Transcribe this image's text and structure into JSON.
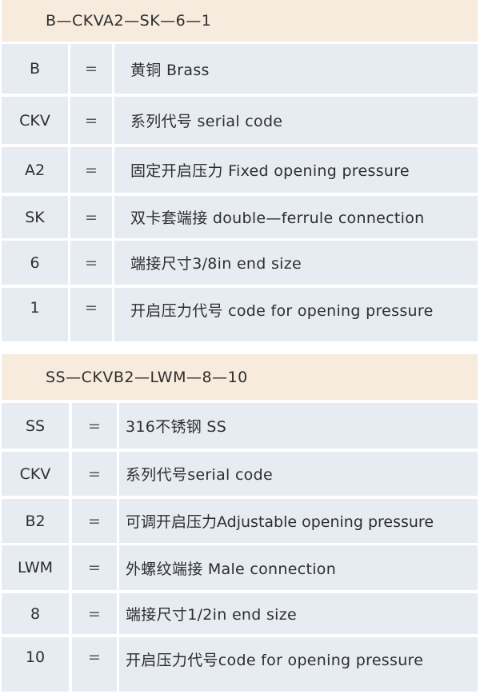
{
  "tables": [
    {
      "title": "B—CKVA2—SK—6—1",
      "rows": [
        {
          "code": "B",
          "eq": "=",
          "desc": "黄铜  Brass"
        },
        {
          "code": "CKV",
          "eq": "=",
          "desc": "系列代号  serial  code"
        },
        {
          "code": "A2",
          "eq": "=",
          "desc": "固定开启压力  Fixed  opening  pressure"
        },
        {
          "code": "SK",
          "eq": "=",
          "desc": "双卡套端接  double—ferrule  connection"
        },
        {
          "code": "6",
          "eq": "=",
          "desc": "端接尺寸3/8in  end  size"
        },
        {
          "code": "1",
          "eq": "=",
          "desc": "开启压力代号  code  for  opening  pressure"
        }
      ]
    },
    {
      "title": "SS—CKVB2—LWM—8—10",
      "rows": [
        {
          "code": "SS",
          "eq": "=",
          "desc": "316不锈钢  SS"
        },
        {
          "code": "CKV",
          "eq": "=",
          "desc": "系列代号serial  code"
        },
        {
          "code": "B2",
          "eq": "=",
          "desc": "可调开启压力Adjustable  opening  pressure"
        },
        {
          "code": "LWM",
          "eq": "=",
          "desc": "外螺纹端接  Male  connection"
        },
        {
          "code": "8",
          "eq": "=",
          "desc": "端接尺寸1/2in  end  size"
        },
        {
          "code": "10",
          "eq": "=",
          "desc": "开启压力代号code  for  opening  pressure"
        }
      ]
    }
  ],
  "colors": {
    "header_bg": "#f6ebdc",
    "row_bg": "#e7ecf3",
    "text": "#2e2e2e"
  }
}
